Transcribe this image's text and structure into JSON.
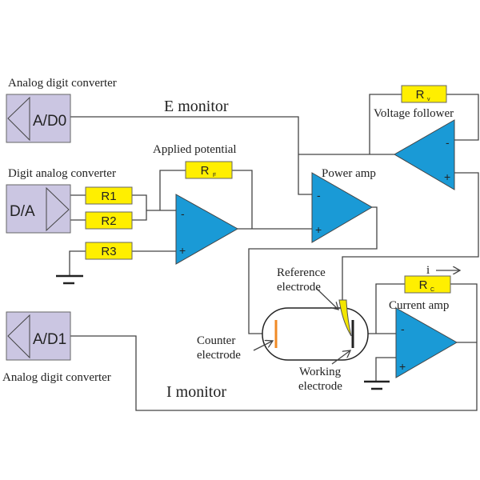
{
  "colors": {
    "opamp": "#1a9ad6",
    "resistor": "#ffef00",
    "converter": "#cbc6e2",
    "counter_electrode": "#f08a24",
    "reference_electrode": "#f3e600"
  },
  "converters": {
    "ad0": {
      "label": "A/D0",
      "caption": "Analog digit  converter"
    },
    "da": {
      "label": "D/A",
      "caption": "Digit analog converter"
    },
    "ad1": {
      "label": "A/D1",
      "caption": "Analog digit converter"
    }
  },
  "resistors": {
    "r1": "R1",
    "r2": "R2",
    "r3": "R3",
    "rf": "R",
    "rf_sub": "F",
    "rv": "R",
    "rv_sub": "v",
    "rc": "R",
    "rc_sub": "C"
  },
  "labels": {
    "e_monitor": "E monitor",
    "i_monitor": "I monitor",
    "applied_potential": "Applied potential",
    "power_amp": "Power amp",
    "voltage_follower": "Voltage follower",
    "current_amp": "Current amp",
    "reference_1": "Reference",
    "reference_2": "electrode",
    "counter_1": "Counter",
    "counter_2": "electrode",
    "working_1": "Working",
    "working_2": "electrode",
    "current": "i"
  },
  "opamp_signs": {
    "minus": "-",
    "plus": "+"
  }
}
